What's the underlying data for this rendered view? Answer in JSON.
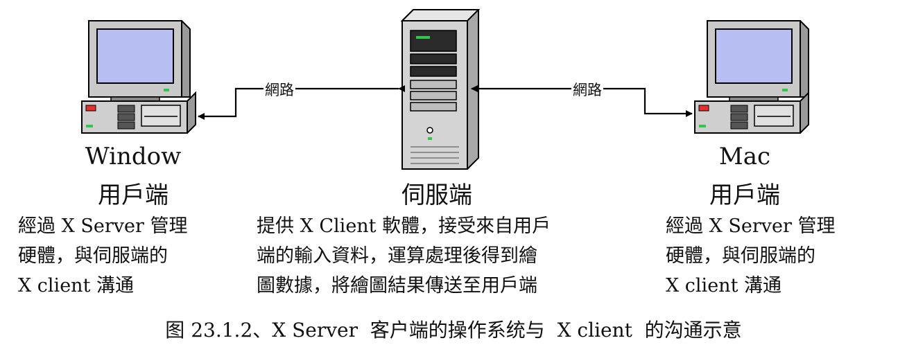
{
  "figure": {
    "caption": "图 23.1.2、X Server  客户端的操作系统与  X client  的沟通示意"
  },
  "left_client": {
    "os_name": "Window",
    "role": "用戶端",
    "description_lines": [
      "經過 X Server 管理",
      "硬體，與伺服端的",
      "X client 溝通"
    ]
  },
  "server": {
    "role": "伺服端",
    "description_lines": [
      "提供 X Client 軟體，接受來自用戶",
      "端的輸入資料，運算處理後得到繪",
      "圖數據，將繪圖結果傳送至用戶端"
    ]
  },
  "right_client": {
    "os_name": "Mac",
    "role": "用戶端",
    "description_lines": [
      "經過 X Server 管理",
      "硬體，與伺服端的",
      "X client 溝通"
    ]
  },
  "links": {
    "left_label": "網路",
    "right_label": "網路"
  },
  "colors": {
    "screen": "#b6bef2",
    "monitor_body": "#c9c9c9",
    "case_body": "#cfcfcf",
    "server_body": "#d4d4d4",
    "led_red": "#e53030",
    "led_green": "#33c64a"
  }
}
